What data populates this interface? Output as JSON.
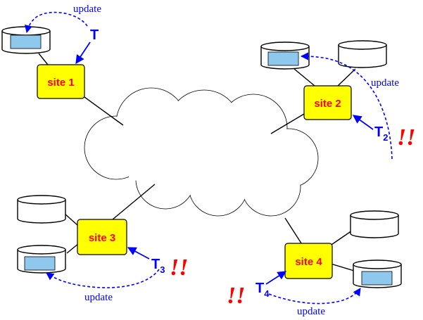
{
  "colors": {
    "site_fill": "#ffff00",
    "site_text": "#ff0000",
    "transaction": "#0000ff",
    "record_fill": "#8ec8ec",
    "warning": "#ff0000"
  },
  "sites": [
    {
      "id": "site1",
      "label": "site 1"
    },
    {
      "id": "site2",
      "label": "site 2"
    },
    {
      "id": "site3",
      "label": "site 3"
    },
    {
      "id": "site4",
      "label": "site 4"
    }
  ],
  "transactions": [
    {
      "id": "t1",
      "letter": "T",
      "subscript": ""
    },
    {
      "id": "t2",
      "letter": "T",
      "subscript": "2"
    },
    {
      "id": "t3",
      "letter": "T",
      "subscript": "3"
    },
    {
      "id": "t4",
      "letter": "T",
      "subscript": "4"
    }
  ],
  "update_notes": [
    {
      "id": "u1",
      "text": "update"
    },
    {
      "id": "u2",
      "text": "update"
    },
    {
      "id": "u3",
      "text": "update"
    },
    {
      "id": "u4",
      "text": "update"
    }
  ],
  "conflict_mark": "!!",
  "icons": {
    "database": "database-cylinder-icon",
    "network": "network-cloud-icon",
    "record": "record-icon"
  }
}
